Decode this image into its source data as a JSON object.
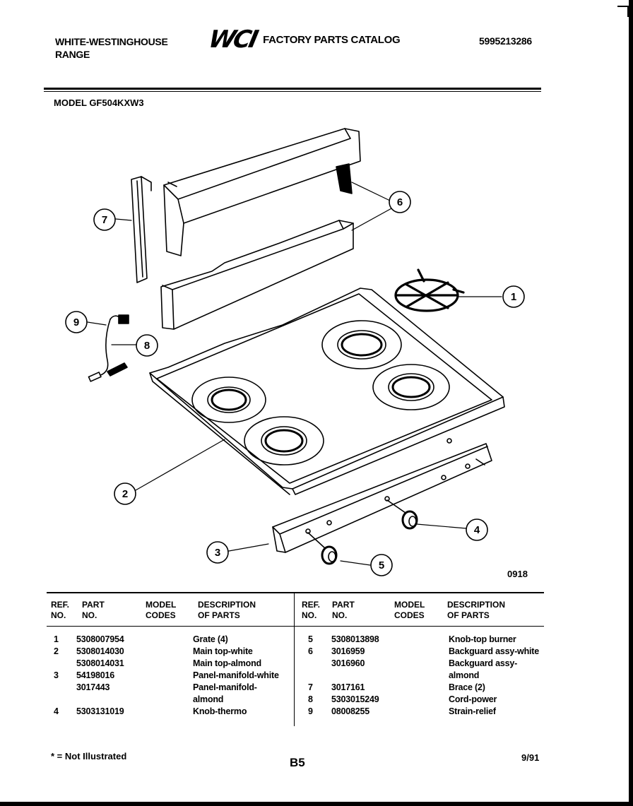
{
  "header": {
    "brand_line1": "WHITE-WESTINGHOUSE",
    "brand_line2": "RANGE",
    "logo": "WCI",
    "catalog_title": "FACTORY PARTS CATALOG",
    "doc_number": "5995213286"
  },
  "model_label": "MODEL GF504KXW3",
  "diagram": {
    "callouts": [
      "1",
      "2",
      "3",
      "4",
      "5",
      "6",
      "7",
      "8",
      "9"
    ],
    "figure_number": "0918"
  },
  "table": {
    "headers": {
      "ref_no": "REF.\nNO.",
      "part_no": "PART\nNO.",
      "model_codes": "MODEL\nCODES",
      "description": "DESCRIPTION\nOF PARTS"
    },
    "left_rows": [
      {
        "ref": "1",
        "part": "5308007954",
        "desc": "Grate (4)"
      },
      {
        "ref": "2",
        "part": "5308014030",
        "desc": "Main top-white"
      },
      {
        "ref": "",
        "part": "5308014031",
        "desc": "Main top-almond"
      },
      {
        "ref": "3",
        "part": "54198016",
        "desc": "Panel-manifold-white"
      },
      {
        "ref": "",
        "part": "3017443",
        "desc": "Panel-manifold-"
      },
      {
        "ref": "",
        "part": "",
        "desc": "almond"
      },
      {
        "ref": "4",
        "part": "5303131019",
        "desc": "Knob-thermo"
      }
    ],
    "right_rows": [
      {
        "ref": "5",
        "part": "5308013898",
        "desc": "Knob-top burner"
      },
      {
        "ref": "6",
        "part": "3016959",
        "desc": "Backguard assy-white"
      },
      {
        "ref": "",
        "part": "3016960",
        "desc": "Backguard assy-"
      },
      {
        "ref": "",
        "part": "",
        "desc": "almond"
      },
      {
        "ref": "7",
        "part": "3017161",
        "desc": "Brace (2)"
      },
      {
        "ref": "8",
        "part": "5303015249",
        "desc": "Cord-power"
      },
      {
        "ref": "9",
        "part": "08008255",
        "desc": "Strain-relief"
      }
    ]
  },
  "footer": {
    "footnote": "* = Not Illustrated",
    "page": "B5",
    "date": "9/91"
  }
}
